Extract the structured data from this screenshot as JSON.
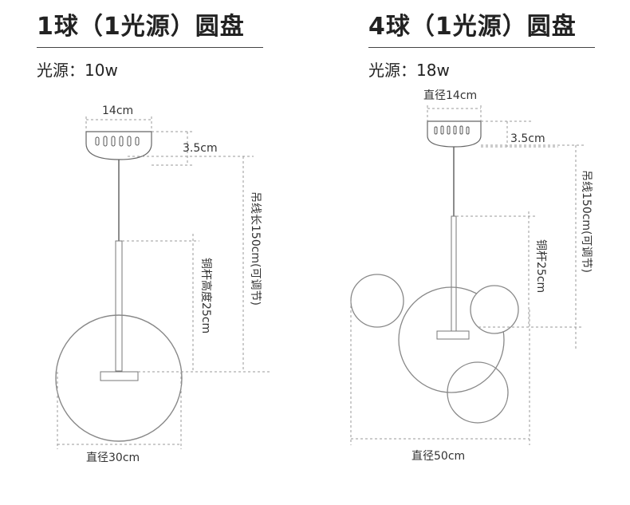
{
  "left": {
    "title": "1球（1光源）圆盘",
    "light_source": "光源：10w",
    "canopy_width": "14cm",
    "canopy_height": "3.5cm",
    "cable_length": "吊线长150cm(可调节)",
    "rod_height": "铜杆高度25cm",
    "diameter": "直径30cm"
  },
  "right": {
    "title": "4球（1光源）圆盘",
    "light_source": "光源：18w",
    "canopy_width": "直径14cm",
    "canopy_height": "3.5cm",
    "cable_length": "吊线150cm(可调节)",
    "rod_height": "铜杆25cm",
    "diameter": "直径50cm"
  }
}
